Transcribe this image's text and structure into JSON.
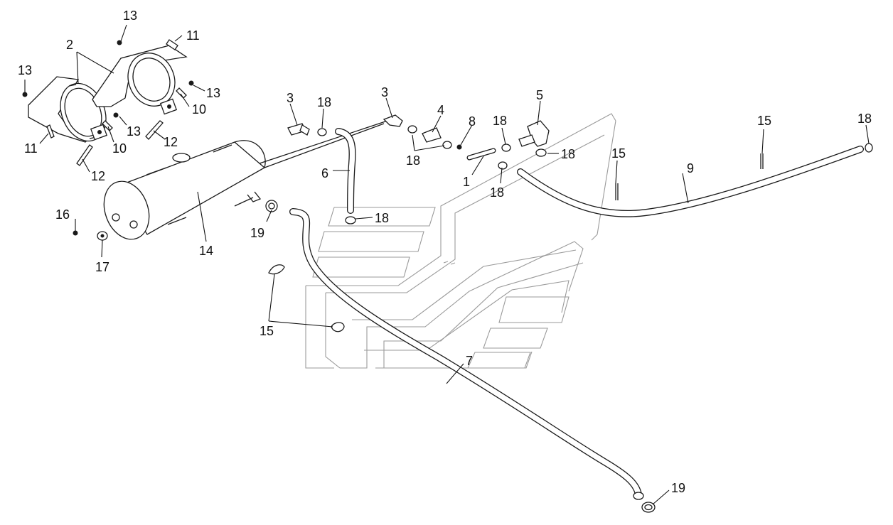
{
  "diagram": {
    "callouts": {
      "c1": "1",
      "c2": "2",
      "c3a": "3",
      "c3b": "3",
      "c4": "4",
      "c5": "5",
      "c6": "6",
      "c7": "7",
      "c8": "8",
      "c9": "9",
      "c10a": "10",
      "c10b": "10",
      "c11a": "11",
      "c11b": "11",
      "c12a": "12",
      "c12b": "12",
      "c13a": "13",
      "c13b": "13",
      "c13c": "13",
      "c13d": "13",
      "c14": "14",
      "c15a": "15",
      "c15b": "15",
      "c15c": "15",
      "c16": "16",
      "c17": "17",
      "c18a": "18",
      "c18b": "18",
      "c18c": "18",
      "c18d": "18",
      "c18e": "18",
      "c18f": "18",
      "c18g": "18",
      "c19a": "19",
      "c19b": "19"
    }
  }
}
